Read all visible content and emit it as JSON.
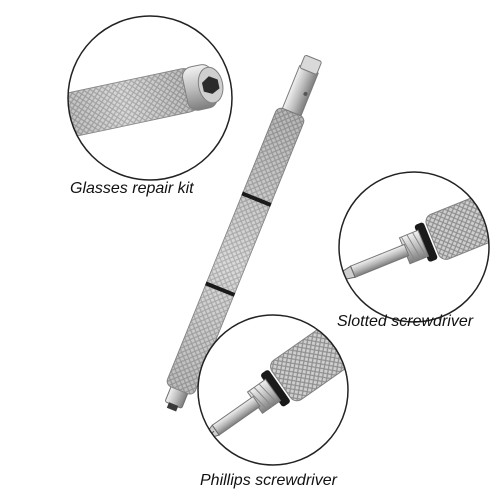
{
  "product": {
    "captions": {
      "glasses": "Glasses repair kit",
      "slotted": "Slotted screwdriver",
      "phillips": "Phillips screwdriver"
    }
  },
  "colors": {
    "background": "#ffffff",
    "metal_light": "#e4e4e4",
    "metal_mid": "#b9b9b9",
    "metal_dark": "#8c8c8c",
    "ring_band": "#1a1a1a",
    "circle_border": "#222222",
    "caption_text": "#111111"
  }
}
